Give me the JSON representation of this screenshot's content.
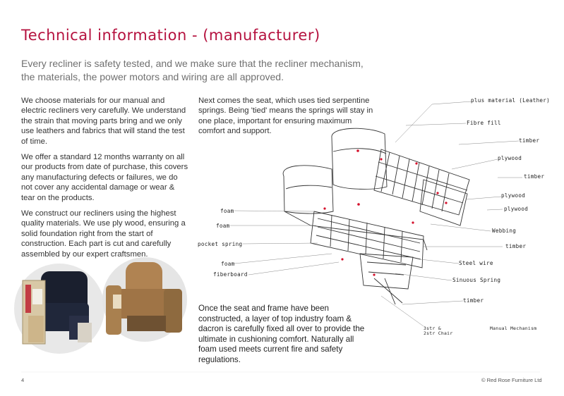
{
  "page": {
    "title": "Technical information - (manufacturer)",
    "intro": "Every recliner is safety tested, and we make sure that the recliner mechanism, the materials, the power motors and wiring are all approved.",
    "paragraphs_left": [
      "We choose materials for our manual and electric recliners very carefully. We understand the strain that moving parts bring and we only use leathers and fabrics that will stand the test of time.",
      "We offer a standard 12 months warranty on all our products from date of purchase, this covers any manufacturing defects or failures, we do not cover any accidental damage or wear & tear on the products.",
      "We construct our recliners using the highest quality materials. We use ply wood, ensuring a solid foundation right from the start of construction. Each part is cut and carefully assembled by our expert craftsmen."
    ],
    "paragraph_seat": "Next comes the seat, which uses tied serpentine springs. Being 'tied' means the springs will stay in one place, important for ensuring maximum comfort and support.",
    "paragraph_foam": "Once the seat and frame have been constructed, a layer of top industry foam & dacron is carefully fixed all over to provide the ultimate in cushioning comfort. Naturally all foam used meets current fire and safety regulations.",
    "page_number": "4",
    "copyright": "© Red Rose Furniture Ltd"
  },
  "diagram": {
    "labels": {
      "plus_material": "plus material (Leather)",
      "fibre_fill": "Fibre fill",
      "timber_1": "timber",
      "plywood_1": "plywood",
      "timber_2": "timber",
      "plywood_2": "plywood",
      "plywood_3": "plywood",
      "webbing": "Webbing",
      "timber_3": "timber",
      "steel_wire": "Steel wire",
      "sinuous_spring": "Sinuous Spring",
      "timber_4": "timber",
      "seat_chair": "3str & 2str Chair",
      "manual_mechanism": "Manual Mechanism",
      "foam_1": "foam",
      "foam_2": "foam",
      "pocket_spring": "pocket spring",
      "foam_3": "foam",
      "fiberboard": "fiberboard"
    },
    "colors": {
      "accent": "#b5123f",
      "marker": "#d4102b"
    }
  }
}
